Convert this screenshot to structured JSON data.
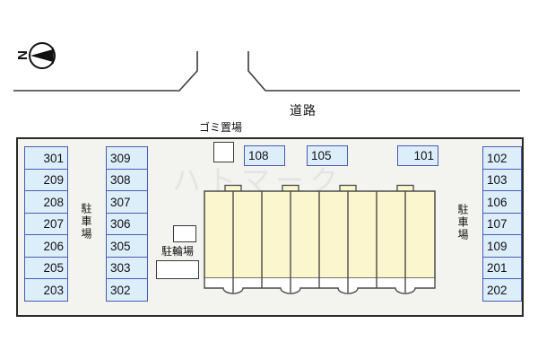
{
  "compass": {
    "letter": "N"
  },
  "road": {
    "label": "道路"
  },
  "garbage": {
    "label": "ゴミ置場"
  },
  "bicycle": {
    "label": "駐輪場"
  },
  "parking": {
    "left_label": "駐車場",
    "right_label": "駐車場"
  },
  "watermark": "ハトマーク",
  "spaces": {
    "left_column": [
      "301",
      "209",
      "208",
      "207",
      "206",
      "205",
      "203"
    ],
    "second_column": [
      "309",
      "308",
      "307",
      "306",
      "305",
      "303",
      "302"
    ],
    "top_row": [
      "108",
      "105",
      "101"
    ],
    "right_column": [
      "102",
      "103",
      "106",
      "107",
      "109",
      "201",
      "202"
    ]
  },
  "colors": {
    "space_fill": "#ddeefb",
    "space_border": "#4a5ab4",
    "building_fill": "#fbf6cd",
    "site_fill": "#f3f3ef",
    "outline": "#3a3a3a"
  }
}
